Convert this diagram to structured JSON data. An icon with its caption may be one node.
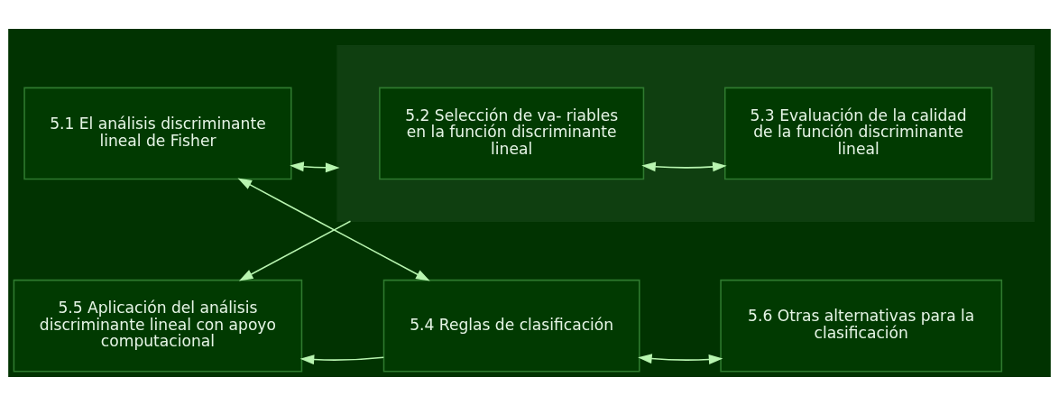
{
  "diagram": {
    "nodes": [
      {
        "text": [
          "5.1 El análisis discriminante lineal de Fisher"
        ]
      },
      {
        "text": [],
        "shape": "box"
      },
      {
        "text": [
          "5.2 Selección de va- riables en la función discriminante lineal"
        ],
        "in": 1
      },
      {
        "text": [
          "5.3 Evaluación de la calidad de la función discriminante lineal"
        ],
        "in": 1
      },
      {
        "text": [
          "5.5 Aplicación del análisis discriminante lineal con apoyo computacional"
        ]
      },
      {
        "text": [
          "5.4 Reglas de clasificación"
        ]
      },
      {
        "text": [
          "5.6 Otras alternativas para la clasificación"
        ]
      }
    ],
    "edges": [
      {
        "from": 0,
        "to": 1,
        "arrow": "both"
      },
      {
        "from": 2,
        "to": 3,
        "arrow": "both"
      },
      {
        "from": 1,
        "to": 4,
        "arrow": "to"
      },
      {
        "from": 5,
        "to": 4,
        "arrow": "to"
      },
      {
        "from": 5,
        "to": 6,
        "arrow": "both"
      },
      {
        "from": 0,
        "to": 5,
        "arrow": "both"
      }
    ]
  }
}
